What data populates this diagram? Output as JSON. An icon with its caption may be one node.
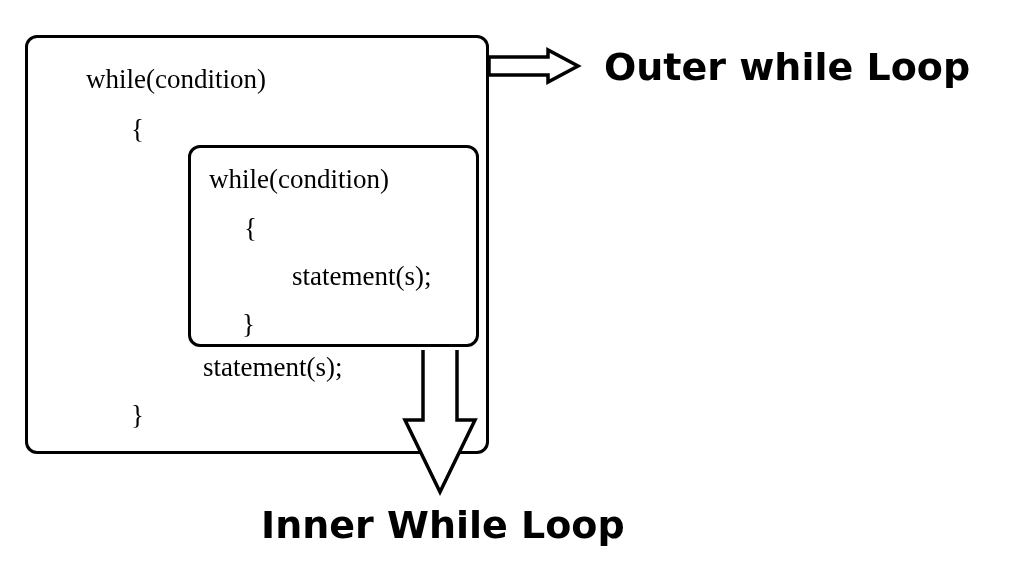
{
  "diagram": {
    "nodes": [
      {
        "text": [
          "while(condition)",
          "{",
          "statement(s);",
          "}"
        ]
      },
      {
        "text": [
          "while(condition)",
          "{",
          "statement(s);",
          "}"
        ],
        "in": 0
      },
      {
        "text": [
          "Outer while Loop"
        ]
      },
      {
        "text": [
          "Inner While Loop"
        ]
      }
    ],
    "edges": [
      {
        "from": 0,
        "to": 2,
        "arrow": "to"
      },
      {
        "from": 1,
        "to": 3,
        "arrow": "to"
      }
    ]
  }
}
